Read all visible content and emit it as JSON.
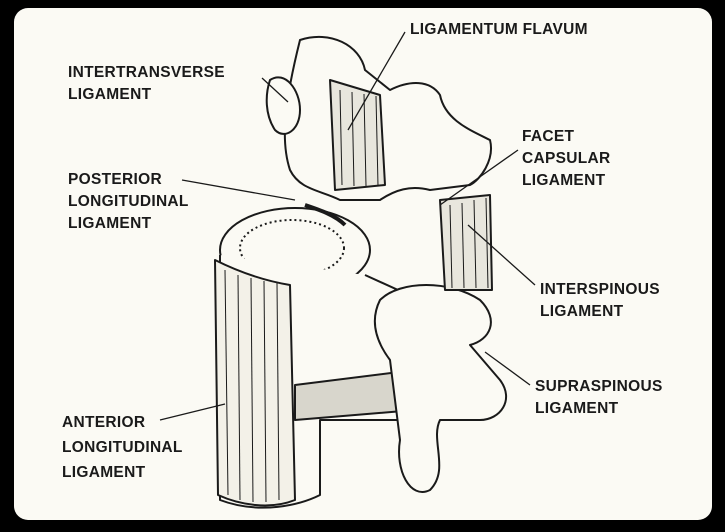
{
  "labels": {
    "ligamentum_flavum": [
      "LIGAMENTUM FLAVUM"
    ],
    "intertransverse": [
      "INTERTRANSVERSE",
      "LIGAMENT"
    ],
    "facet_capsular": [
      "FACET",
      "CAPSULAR",
      "LIGAMENT"
    ],
    "posterior_longitudinal": [
      "POSTERIOR",
      "LONGITUDINAL",
      "LIGAMENT"
    ],
    "interspinous": [
      "INTERSPINOUS",
      "LIGAMENT"
    ],
    "supraspinous": [
      "SUPRASPINOUS",
      "LIGAMENT"
    ],
    "anterior_longitudinal": [
      "ANTERIOR",
      "LONGITUDINAL",
      "LIGAMENT"
    ]
  },
  "colors": {
    "background": "#fbfaf4",
    "ink": "#1a1a1a",
    "frame": "#000000"
  }
}
